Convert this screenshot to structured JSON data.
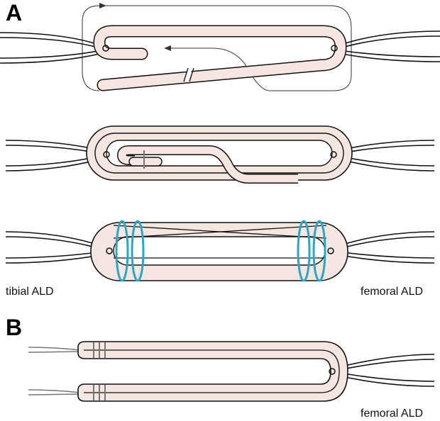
{
  "labels": {
    "panel_a": "A",
    "panel_b": "B",
    "tibial": "tibial ALD",
    "femoral": "femoral ALD",
    "femoral_b": "femoral ALD"
  },
  "colors": {
    "graft_fill": "#f6e6e1",
    "outline": "#111111",
    "suture": "#2aa6c8",
    "whip_stitch": "#777777",
    "guide": "#333333"
  }
}
